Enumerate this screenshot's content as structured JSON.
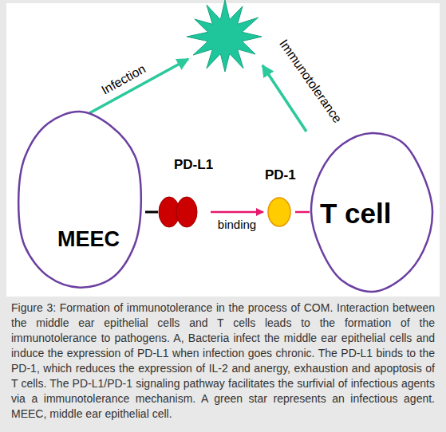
{
  "diagram": {
    "caption": "Figure 3: Formation of immunotolerance in the process of COM. Interaction between the middle ear epithelial cells and T cells leads to the formation of the immunotolerance to pathogens. A, Bacteria infect the middle ear epithelial cells and induce the expression of PD-L1 when infection goes chronic. The PD-L1 binds to the PD-1, which reduces the expression of IL-2 and anergy, exhaustion and apoptosis of T cells. The PD-L1/PD-1 signaling pathway facilitates the surfivial of infectious agents via a immunotolerance mechanism. A green star represents an infectious agent. MEEC, middle ear epithelial cell.",
    "nodes": [
      {
        "text": [
          "MEEC"
        ]
      },
      {
        "text": [
          "PD-L1"
        ]
      },
      {
        "text": [
          "PD-1"
        ]
      },
      {
        "text": [
          "T cell"
        ]
      }
    ],
    "edges": [
      {
        "from": 0,
        "to": 1,
        "arrow": "none"
      },
      {
        "from": 1,
        "to": 2,
        "label": "binding",
        "arrow": "to"
      },
      {
        "from": 2,
        "to": 3,
        "arrow": "none"
      }
    ],
    "labels": [
      "Infection",
      "Immunotolerance"
    ]
  }
}
